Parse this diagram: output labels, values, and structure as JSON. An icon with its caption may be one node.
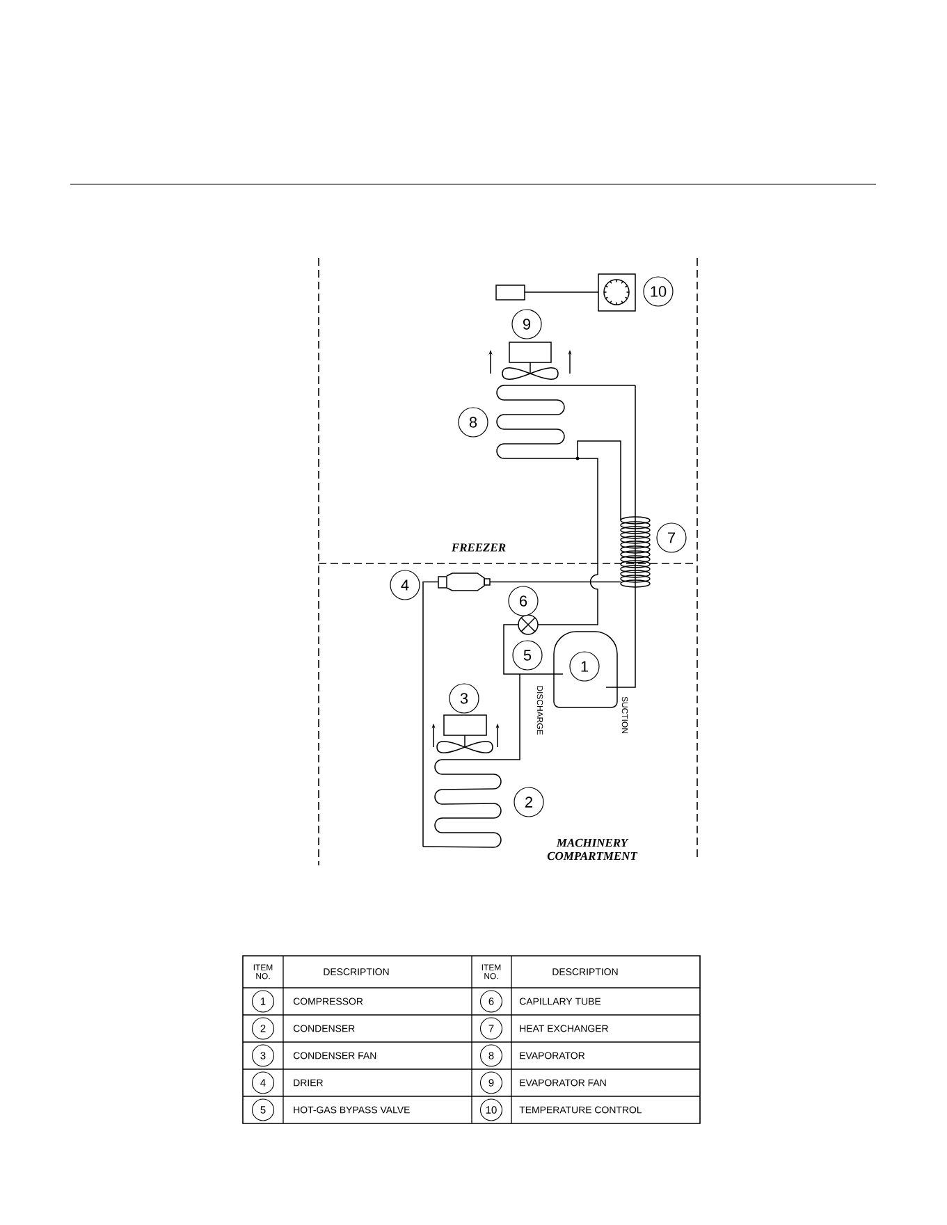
{
  "diagram": {
    "nodes": [
      {
        "text": [
          "10"
        ]
      },
      {
        "text": [
          "9"
        ]
      },
      {
        "text": [
          "8"
        ]
      },
      {
        "text": [
          "7"
        ]
      },
      {
        "text": [
          "4"
        ]
      },
      {
        "text": [
          "6"
        ]
      },
      {
        "text": [
          "5"
        ]
      },
      {
        "text": [
          "1"
        ]
      },
      {
        "text": [
          "3"
        ]
      },
      {
        "text": [
          "2"
        ]
      },
      {
        "text": [
          "1"
        ]
      },
      {
        "text": [
          "6"
        ]
      },
      {
        "text": [
          "2"
        ]
      },
      {
        "text": [
          "7"
        ]
      },
      {
        "text": [
          "3"
        ]
      },
      {
        "text": [
          "8"
        ]
      },
      {
        "text": [
          "4"
        ]
      },
      {
        "text": [
          "9"
        ]
      },
      {
        "text": [
          "5"
        ]
      },
      {
        "text": [
          "10"
        ]
      }
    ],
    "labels": [
      "FREEZER",
      "DISCHARGE",
      "SUCTION",
      "MACHINERY COMPARTMENT",
      "ITEM NO.",
      "DESCRIPTION",
      "ITEM NO.",
      "DESCRIPTION",
      "COMPRESSOR",
      "CAPILLARY TUBE",
      "CONDENSER",
      "HEAT EXCHANGER",
      "CONDENSER FAN",
      "EVAPORATOR",
      "DRIER",
      "EVAPORATOR FAN",
      "HOT-GAS BYPASS VALVE",
      "TEMPERATURE CONTROL"
    ]
  }
}
